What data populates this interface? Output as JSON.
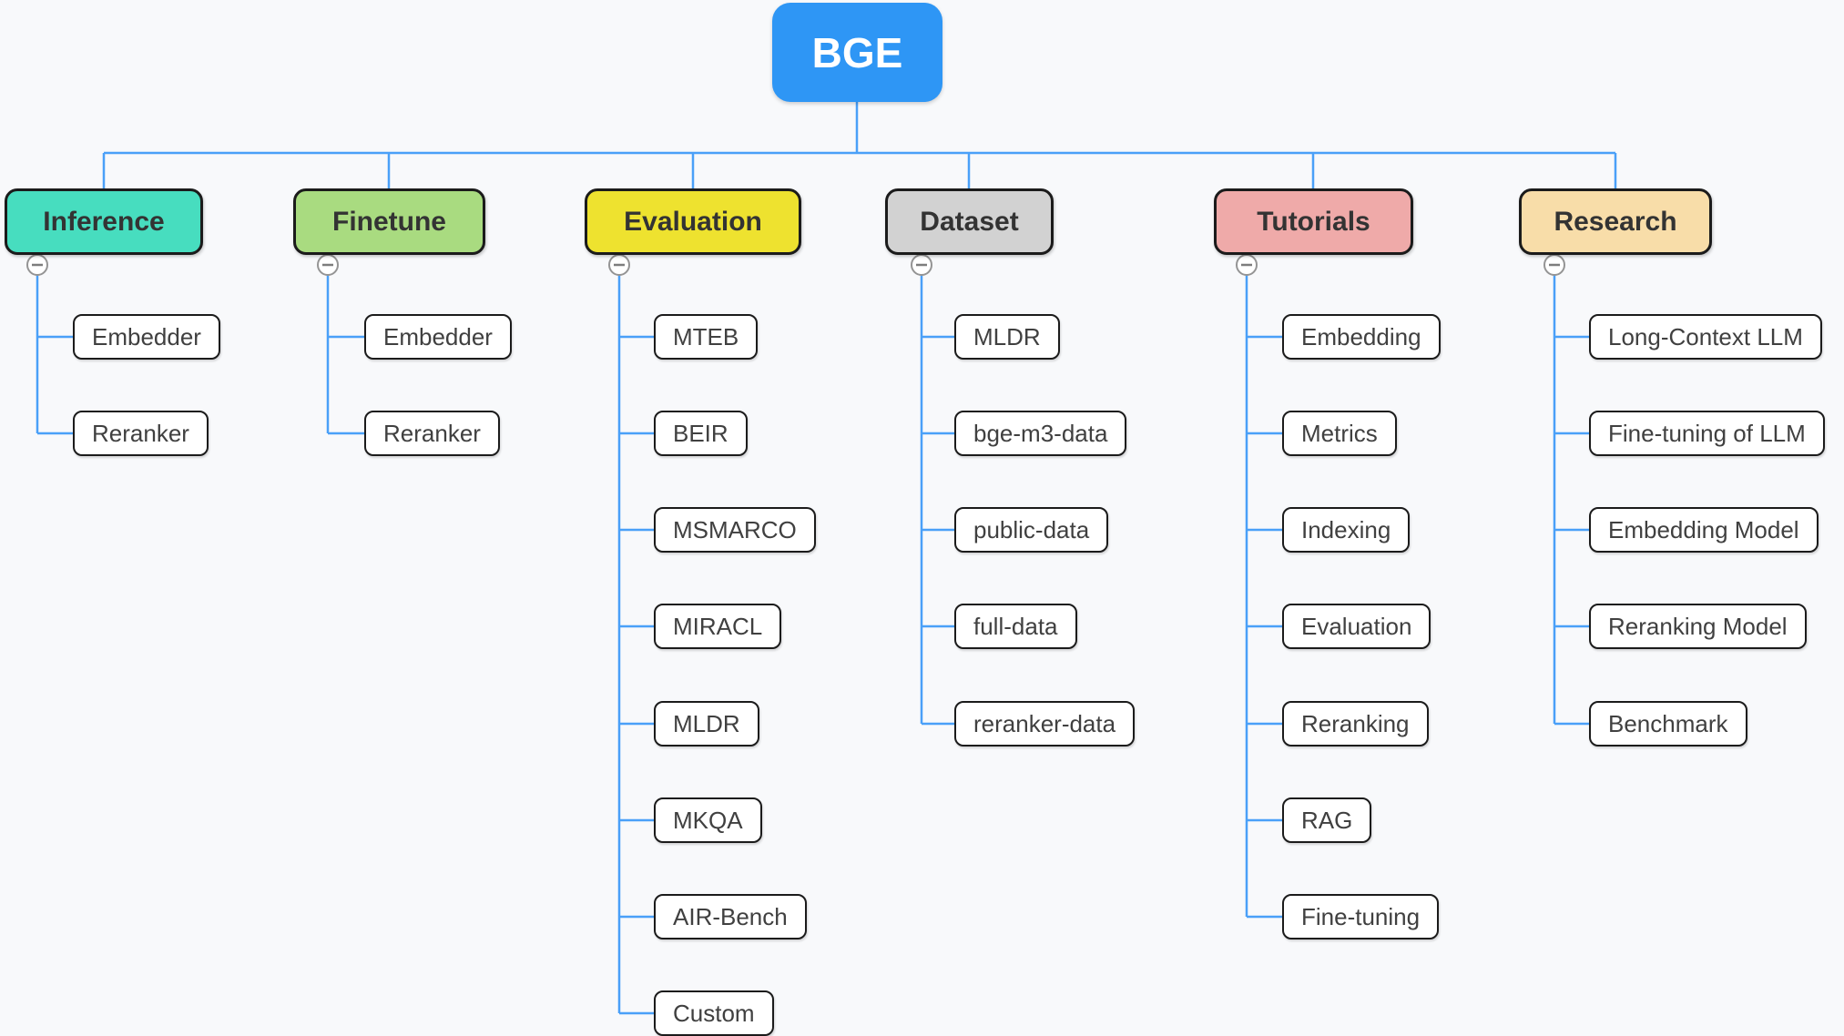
{
  "app": {
    "type": "mindmap",
    "background_color": "#f8f9fb",
    "connector_color": "#4aa0f8",
    "node_border_color": "#1b1b1b",
    "collapse_icon": "minus-circle-icon"
  },
  "root": {
    "label": "BGE",
    "color": "#2e96f5",
    "text_color": "#ffffff"
  },
  "branches": [
    {
      "label": "Inference",
      "color": "#47ddbf",
      "children": [
        "Embedder",
        "Reranker"
      ]
    },
    {
      "label": "Finetune",
      "color": "#a9db80",
      "children": [
        "Embedder",
        "Reranker"
      ]
    },
    {
      "label": "Evaluation",
      "color": "#eee22f",
      "children": [
        "MTEB",
        "BEIR",
        "MSMARCO",
        "MIRACL",
        "MLDR",
        "MKQA",
        "AIR-Bench",
        "Custom"
      ]
    },
    {
      "label": "Dataset",
      "color": "#d2d2d2",
      "children": [
        "MLDR",
        "bge-m3-data",
        "public-data",
        "full-data",
        "reranker-data"
      ]
    },
    {
      "label": "Tutorials",
      "color": "#efaaa9",
      "children": [
        "Embedding",
        "Metrics",
        "Indexing",
        "Evaluation",
        "Reranking",
        "RAG",
        "Fine-tuning"
      ]
    },
    {
      "label": "Research",
      "color": "#f8dda9",
      "children": [
        "Long-Context LLM",
        "Fine-tuning of LLM",
        "Embedding Model",
        "Reranking Model",
        "Benchmark"
      ]
    }
  ]
}
